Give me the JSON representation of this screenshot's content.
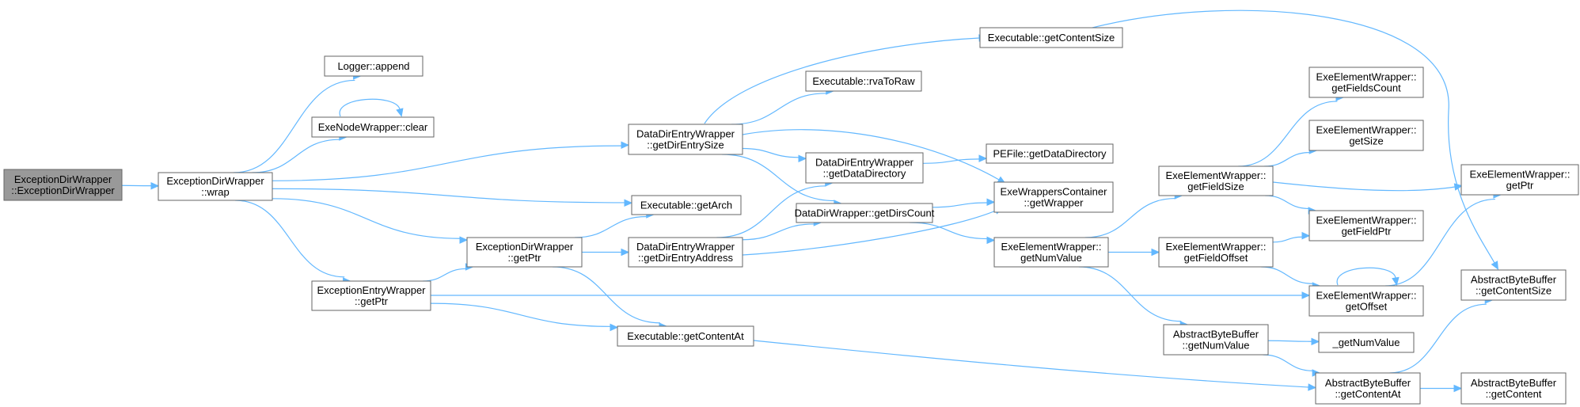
{
  "nodes": [
    {
      "id": "n_root",
      "lines": [
        "ExceptionDirWrapper",
        "::ExceptionDirWrapper"
      ],
      "root": true
    },
    {
      "id": "n_wrap",
      "lines": [
        "ExceptionDirWrapper",
        "::wrap"
      ]
    },
    {
      "id": "n_logger",
      "lines": [
        "Logger::append"
      ]
    },
    {
      "id": "n_clear",
      "lines": [
        "ExeNodeWrapper::clear"
      ]
    },
    {
      "id": "n_eeptr",
      "lines": [
        "ExceptionEntryWrapper",
        "::getPtr"
      ]
    },
    {
      "id": "n_ddesize",
      "lines": [
        "DataDirEntryWrapper",
        "::getDirEntrySize"
      ]
    },
    {
      "id": "n_getarch",
      "lines": [
        "Executable::getArch"
      ]
    },
    {
      "id": "n_edptr",
      "lines": [
        "ExceptionDirWrapper",
        "::getPtr"
      ]
    },
    {
      "id": "n_ddeaddr",
      "lines": [
        "DataDirEntryWrapper",
        "::getDirEntryAddress"
      ]
    },
    {
      "id": "n_contentat",
      "lines": [
        "Executable::getContentAt"
      ]
    },
    {
      "id": "n_contentsize",
      "lines": [
        "Executable::getContentSize"
      ]
    },
    {
      "id": "n_rvatoraw",
      "lines": [
        "Executable::rvaToRaw"
      ]
    },
    {
      "id": "n_ddedatadir",
      "lines": [
        "DataDirEntryWrapper",
        "::getDataDirectory"
      ]
    },
    {
      "id": "n_dirscount",
      "lines": [
        "DataDirWrapper::getDirsCount"
      ]
    },
    {
      "id": "n_pefile",
      "lines": [
        "PEFile::getDataDirectory"
      ]
    },
    {
      "id": "n_wcgetwrapper",
      "lines": [
        "ExeWrappersContainer",
        "::getWrapper"
      ]
    },
    {
      "id": "n_numvalue",
      "lines": [
        "ExeElementWrapper::",
        "getNumValue"
      ]
    },
    {
      "id": "n_fieldsize",
      "lines": [
        "ExeElementWrapper::",
        "getFieldSize"
      ]
    },
    {
      "id": "n_fieldoffset",
      "lines": [
        "ExeElementWrapper::",
        "getFieldOffset"
      ]
    },
    {
      "id": "n_abbnumvalue",
      "lines": [
        "AbstractByteBuffer",
        "::getNumValue"
      ]
    },
    {
      "id": "n_fieldscount",
      "lines": [
        "ExeElementWrapper::",
        "getFieldsCount"
      ]
    },
    {
      "id": "n_getsize",
      "lines": [
        "ExeElementWrapper::",
        "getSize"
      ]
    },
    {
      "id": "n_fieldptr",
      "lines": [
        "ExeElementWrapper::",
        "getFieldPtr"
      ]
    },
    {
      "id": "n_getoffset",
      "lines": [
        "ExeElementWrapper::",
        "getOffset"
      ]
    },
    {
      "id": "n_gnv",
      "lines": [
        "_getNumValue"
      ]
    },
    {
      "id": "n_abbcontentat",
      "lines": [
        "AbstractByteBuffer",
        "::getContentAt"
      ]
    },
    {
      "id": "n_eewptr",
      "lines": [
        "ExeElementWrapper::",
        "getPtr"
      ]
    },
    {
      "id": "n_abbcontentsize",
      "lines": [
        "AbstractByteBuffer",
        "::getContentSize"
      ]
    },
    {
      "id": "n_abbcontent",
      "lines": [
        "AbstractByteBuffer",
        "::getContent"
      ]
    }
  ],
  "edges": [
    [
      "n_root",
      "n_wrap"
    ],
    [
      "n_wrap",
      "n_logger"
    ],
    [
      "n_wrap",
      "n_clear"
    ],
    [
      "n_wrap",
      "n_ddesize"
    ],
    [
      "n_wrap",
      "n_getarch"
    ],
    [
      "n_wrap",
      "n_edptr"
    ],
    [
      "n_wrap",
      "n_eeptr"
    ],
    [
      "n_clear",
      "n_clear"
    ],
    [
      "n_eeptr",
      "n_edptr"
    ],
    [
      "n_eeptr",
      "n_getoffset"
    ],
    [
      "n_eeptr",
      "n_contentat"
    ],
    [
      "n_ddesize",
      "n_contentsize"
    ],
    [
      "n_ddesize",
      "n_rvatoraw"
    ],
    [
      "n_ddesize",
      "n_ddedatadir"
    ],
    [
      "n_ddesize",
      "n_dirscount"
    ],
    [
      "n_ddesize",
      "n_wcgetwrapper"
    ],
    [
      "n_edptr",
      "n_getarch"
    ],
    [
      "n_edptr",
      "n_ddeaddr"
    ],
    [
      "n_edptr",
      "n_contentat"
    ],
    [
      "n_ddeaddr",
      "n_ddedatadir"
    ],
    [
      "n_ddeaddr",
      "n_dirscount"
    ],
    [
      "n_ddeaddr",
      "n_wcgetwrapper"
    ],
    [
      "n_contentat",
      "n_abbcontentat"
    ],
    [
      "n_contentsize",
      "n_abbcontentsize"
    ],
    [
      "n_ddedatadir",
      "n_pefile"
    ],
    [
      "n_dirscount",
      "n_wcgetwrapper"
    ],
    [
      "n_dirscount",
      "n_numvalue"
    ],
    [
      "n_numvalue",
      "n_fieldsize"
    ],
    [
      "n_numvalue",
      "n_fieldoffset"
    ],
    [
      "n_numvalue",
      "n_abbnumvalue"
    ],
    [
      "n_fieldsize",
      "n_fieldscount"
    ],
    [
      "n_fieldsize",
      "n_getsize"
    ],
    [
      "n_fieldsize",
      "n_eewptr"
    ],
    [
      "n_fieldsize",
      "n_fieldptr"
    ],
    [
      "n_fieldoffset",
      "n_fieldptr"
    ],
    [
      "n_fieldoffset",
      "n_getoffset"
    ],
    [
      "n_abbnumvalue",
      "n_gnv"
    ],
    [
      "n_abbnumvalue",
      "n_abbcontentat"
    ],
    [
      "n_getoffset",
      "n_getoffset"
    ],
    [
      "n_getoffset",
      "n_eewptr"
    ],
    [
      "n_abbcontentat",
      "n_abbcontentsize"
    ],
    [
      "n_abbcontentat",
      "n_abbcontent"
    ]
  ],
  "colors": {
    "edge": "#63b8ff",
    "node_border": "#666666",
    "root_fill": "#999999"
  }
}
